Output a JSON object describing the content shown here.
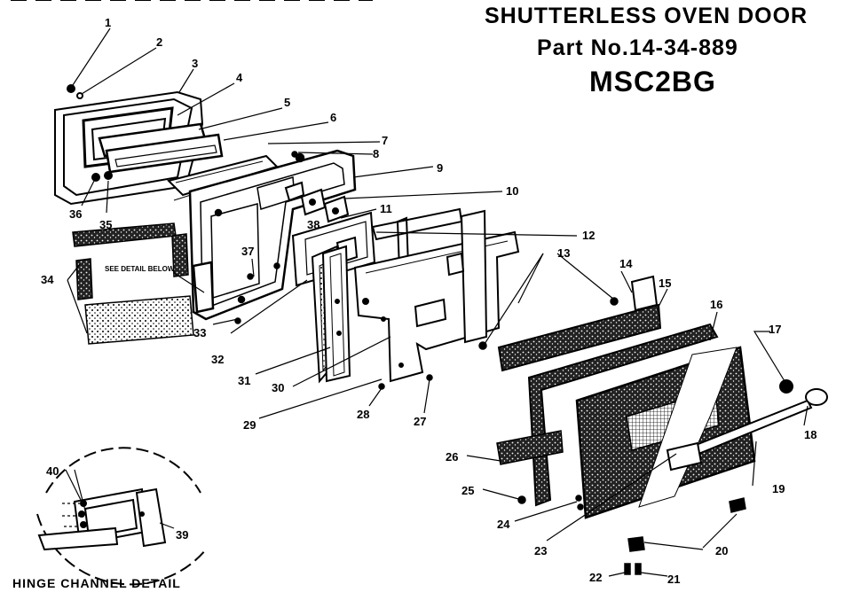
{
  "title": {
    "line1": "SHUTTERLESS OVEN DOOR",
    "line2": "Part No.14-34-889",
    "line3": "MSC2BG"
  },
  "detail": {
    "title": "HINGE CHANNEL DETAIL",
    "note": "SEE DETAIL BELOW"
  },
  "callouts": [
    "1",
    "2",
    "3",
    "4",
    "5",
    "6",
    "7",
    "8",
    "9",
    "10",
    "11",
    "12",
    "13",
    "14",
    "15",
    "16",
    "17",
    "18",
    "19",
    "20",
    "21",
    "22",
    "23",
    "24",
    "25",
    "26",
    "27",
    "28",
    "29",
    "30",
    "31",
    "32",
    "33",
    "34",
    "35",
    "36",
    "37",
    "38",
    "39",
    "40"
  ]
}
